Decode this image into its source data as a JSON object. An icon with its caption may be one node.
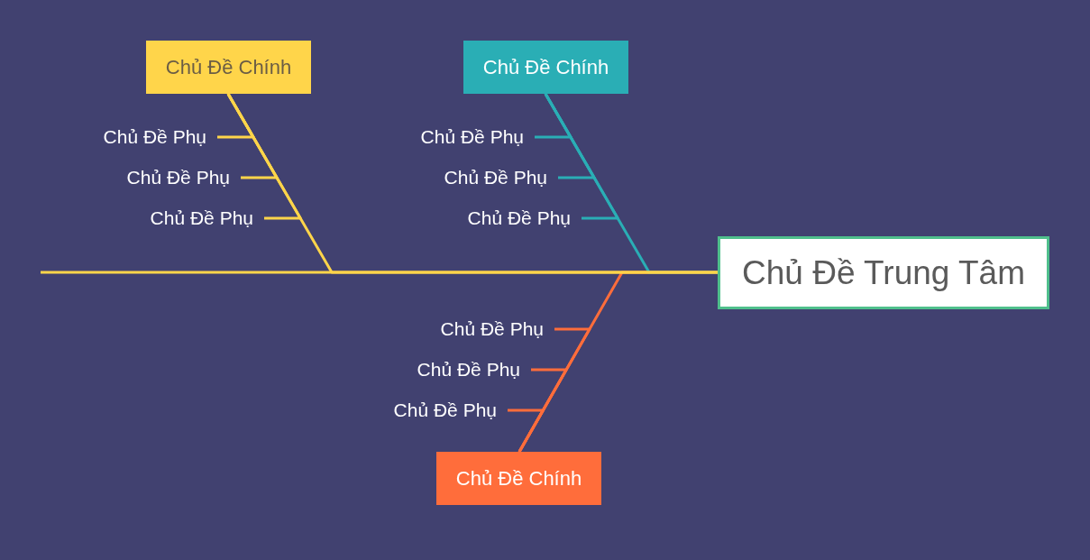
{
  "diagram": {
    "nodes": [
      {
        "text": [
          "Chủ Đề Chính"
        ]
      },
      {
        "text": [
          "Chủ Đề Phụ"
        ]
      },
      {
        "text": [
          "Chủ Đề Phụ"
        ]
      },
      {
        "text": [
          "Chủ Đề Phụ"
        ]
      },
      {
        "text": [
          "Chủ Đề Chính"
        ]
      },
      {
        "text": [
          "Chủ Đề Phụ"
        ]
      },
      {
        "text": [
          "Chủ Đề Phụ"
        ]
      },
      {
        "text": [
          "Chủ Đề Phụ"
        ]
      },
      {
        "text": [
          "Chủ Đề Trung Tâm"
        ]
      },
      {
        "text": [
          "Chủ Đề Phụ"
        ]
      },
      {
        "text": [
          "Chủ Đề Phụ"
        ]
      },
      {
        "text": [
          "Chủ Đề Phụ"
        ]
      },
      {
        "text": [
          "Chủ Đề Chính"
        ]
      }
    ],
    "edges": [
      {
        "from": null,
        "to": 8,
        "arrow": "none"
      },
      {
        "from": 0,
        "to": 8,
        "arrow": "none"
      },
      {
        "from": 1,
        "to": 0,
        "arrow": "none"
      },
      {
        "from": 2,
        "to": 0,
        "arrow": "none"
      },
      {
        "from": 3,
        "to": 0,
        "arrow": "none"
      },
      {
        "from": 4,
        "to": 8,
        "arrow": "none",
        "color": "#2aaeb5"
      },
      {
        "from": 5,
        "to": 4,
        "arrow": "none",
        "color": "#2aaeb5"
      },
      {
        "from": 6,
        "to": 4,
        "arrow": "none",
        "color": "#2aaeb5"
      },
      {
        "from": 7,
        "to": 4,
        "arrow": "none",
        "color": "#2aaeb5"
      },
      {
        "from": 12,
        "to": 8,
        "arrow": "none",
        "color": "#ff6d3b"
      },
      {
        "from": 9,
        "to": 12,
        "arrow": "none",
        "color": "#ff6d3b"
      },
      {
        "from": 10,
        "to": 12,
        "arrow": "none",
        "color": "#ff6d3b"
      },
      {
        "from": 11,
        "to": 12,
        "arrow": "none",
        "color": "#ff6d3b"
      }
    ]
  }
}
